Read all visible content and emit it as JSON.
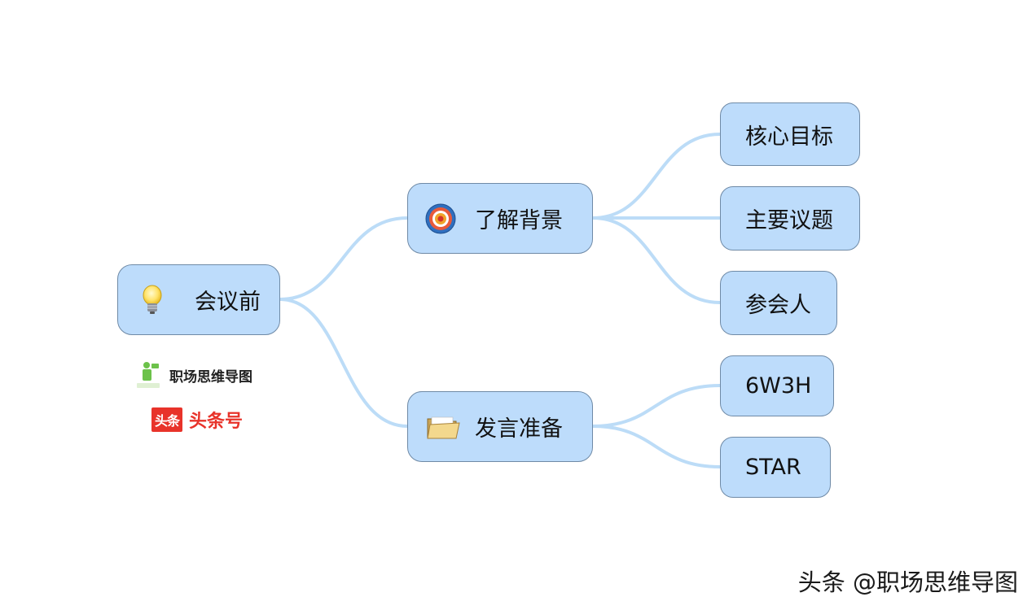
{
  "mindmap": {
    "root": {
      "label": "会议前",
      "icon": "lightbulb-icon"
    },
    "branches": [
      {
        "label": "了解背景",
        "icon": "target-icon",
        "children": [
          "核心目标",
          "主要议题",
          "参会人"
        ]
      },
      {
        "label": "发言准备",
        "icon": "folder-icon",
        "children": [
          "6W3H",
          "STAR"
        ]
      }
    ],
    "connector_color": "#bcdcf7",
    "node_color": "#bddcfb"
  },
  "branding": {
    "logo_text": "职场思维导图",
    "toutiao_badge": "头条",
    "toutiao_label": "头条号"
  },
  "watermark": "头条 @职场思维导图"
}
